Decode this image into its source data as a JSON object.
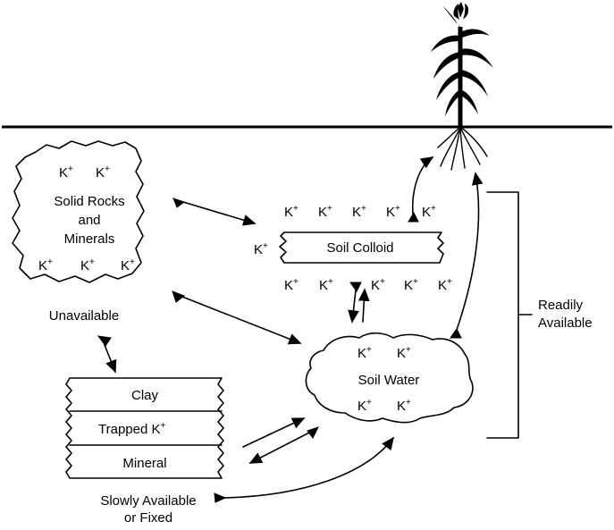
{
  "rock": {
    "line1": "Solid Rocks",
    "line2": "and",
    "line3": "Minerals",
    "status": "Unavailable"
  },
  "ion": {
    "symbol": "K",
    "charge": "+"
  },
  "colloid": {
    "label": "Soil Colloid"
  },
  "water": {
    "label": "Soil Water"
  },
  "layers": {
    "clay": "Clay",
    "trapped": "Trapped",
    "mineral": "Mineral"
  },
  "slow": {
    "line1": "Slowly Available",
    "line2": "or Fixed"
  },
  "ready": {
    "line1": "Readily",
    "line2": "Available"
  }
}
